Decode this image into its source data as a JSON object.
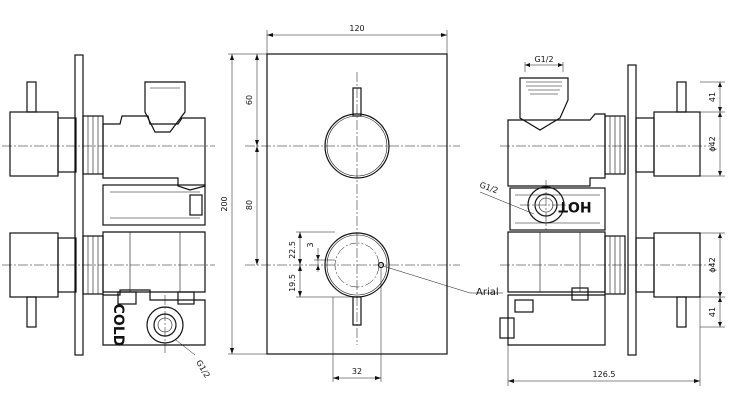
{
  "dimensions": {
    "width_top": "120",
    "upper": "60",
    "total_height": "200",
    "middle": "80",
    "offset_a": "22.5",
    "offset_b": "3",
    "offset_c": "19.5",
    "bottom_width": "32",
    "right_depth": "126.5",
    "right_top_41": "41",
    "right_top_phi": "ϕ42",
    "right_bot_phi": "ϕ42",
    "right_bot_41": "41"
  },
  "labels": {
    "thread_top": "G1/2",
    "thread_right": "G1/2",
    "thread_left": "G1/2",
    "hot": "HOT",
    "cold": "COLD",
    "arial": "Arial"
  }
}
